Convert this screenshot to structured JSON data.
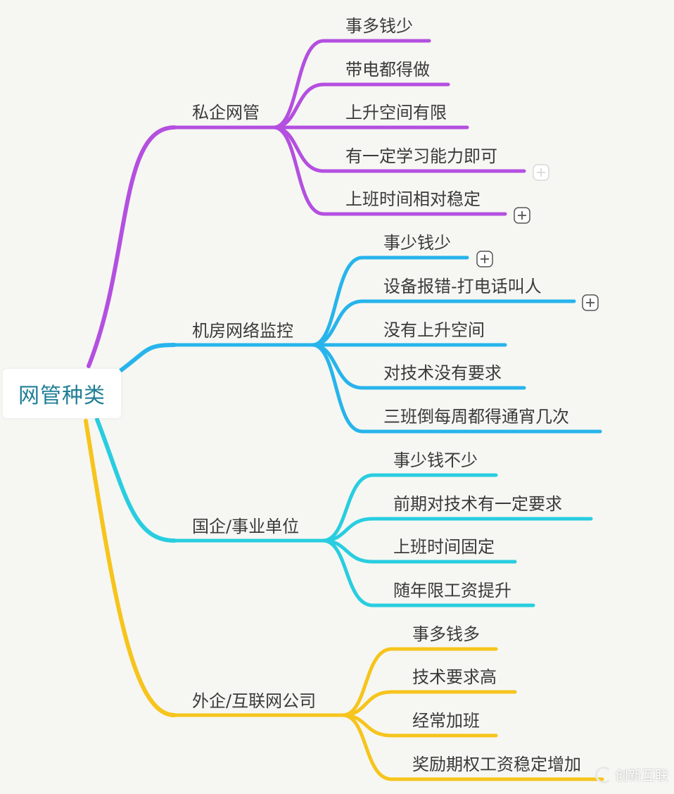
{
  "root": {
    "label": "网管种类"
  },
  "branches": [
    {
      "label": "私企网管",
      "color": "#b44fe0",
      "leaves": [
        {
          "label": "事多钱少"
        },
        {
          "label": "带电都得做"
        },
        {
          "label": "上升空间有限"
        },
        {
          "label": "有一定学习能力即可",
          "collapse": "faint"
        },
        {
          "label": "上班时间相对稳定",
          "collapse": "normal"
        }
      ]
    },
    {
      "label": "机房网络监控",
      "color": "#27b4ec",
      "leaves": [
        {
          "label": "事少钱少",
          "collapse": "normal"
        },
        {
          "label": "设备报错-打电话叫人",
          "collapse": "normal"
        },
        {
          "label": "没有上升空间"
        },
        {
          "label": "对技术没有要求"
        },
        {
          "label": "三班倒每周都得通宵几次"
        }
      ]
    },
    {
      "label": "国企/事业单位",
      "color": "#29cde0",
      "leaves": [
        {
          "label": "事少钱不少"
        },
        {
          "label": "前期对技术有一定要求"
        },
        {
          "label": "上班时间固定"
        },
        {
          "label": "随年限工资提升"
        }
      ]
    },
    {
      "label": "外企/互联网公司",
      "color": "#f6c41c",
      "leaves": [
        {
          "label": "事多钱多"
        },
        {
          "label": "技术要求高"
        },
        {
          "label": "经常加班"
        },
        {
          "label": "奖励期权工资稳定增加"
        }
      ]
    }
  ],
  "watermark": {
    "text": "创新互联"
  }
}
